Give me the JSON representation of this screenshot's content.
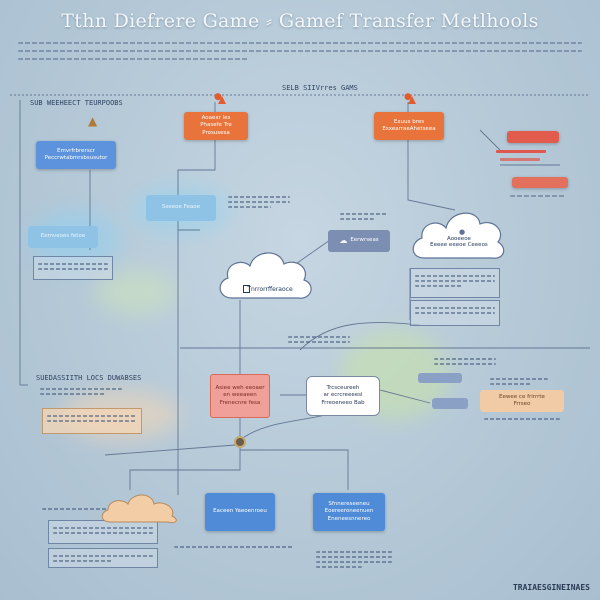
{
  "header": {
    "title": "Tthn Diefrere Game ⸗ Gamef Transfer Metlhools"
  },
  "labels": {
    "top_center": "SELB SIIVrres GAMS",
    "left_section": "SUB WEEHEECT TEURPOOBS",
    "mid_left_section": "SUEDASSIITH LOCS DUWABSES",
    "brand": "TRAIAESGINEINAES"
  },
  "boxes": {
    "orange_left": "Aoaexr les\nPhasefe Tre Prosusesa",
    "orange_right": "Exuus bres\nEsxearraeAhetseea",
    "blue_left_top": "Emvrfrbrerscr\nPeccrwtabmrsbsusutor",
    "lightblue_mid": "Sseeoe Feaoe",
    "lightblue_left": "Eemveoes fetoe",
    "slate_right": "Eerwrseas",
    "pink_center": "Asiee weh eeoaer\nen weeaeen\nFrenecnre fesa",
    "peach_right": "Eewee ce frirrrte\nFrrseo",
    "blue_bottom_left": "Eaceen Yaeoenroeu",
    "blue_bottom_right": "Sfnnereseeneu\nEoereeroneenuen\nEneneesnnereo"
  },
  "clouds": {
    "center": "Tnrrorrfferaoce",
    "right": "Aooeeoe\nEeeee eeeoe Ceeeos",
    "speech": "Trcsceureeh\nar ecrcreeeesl\nFrreoeneeo Bab"
  },
  "colors": {
    "accent_orange": "#e8743b",
    "accent_blue": "#4f8bd6",
    "accent_red": "#e0574d"
  }
}
